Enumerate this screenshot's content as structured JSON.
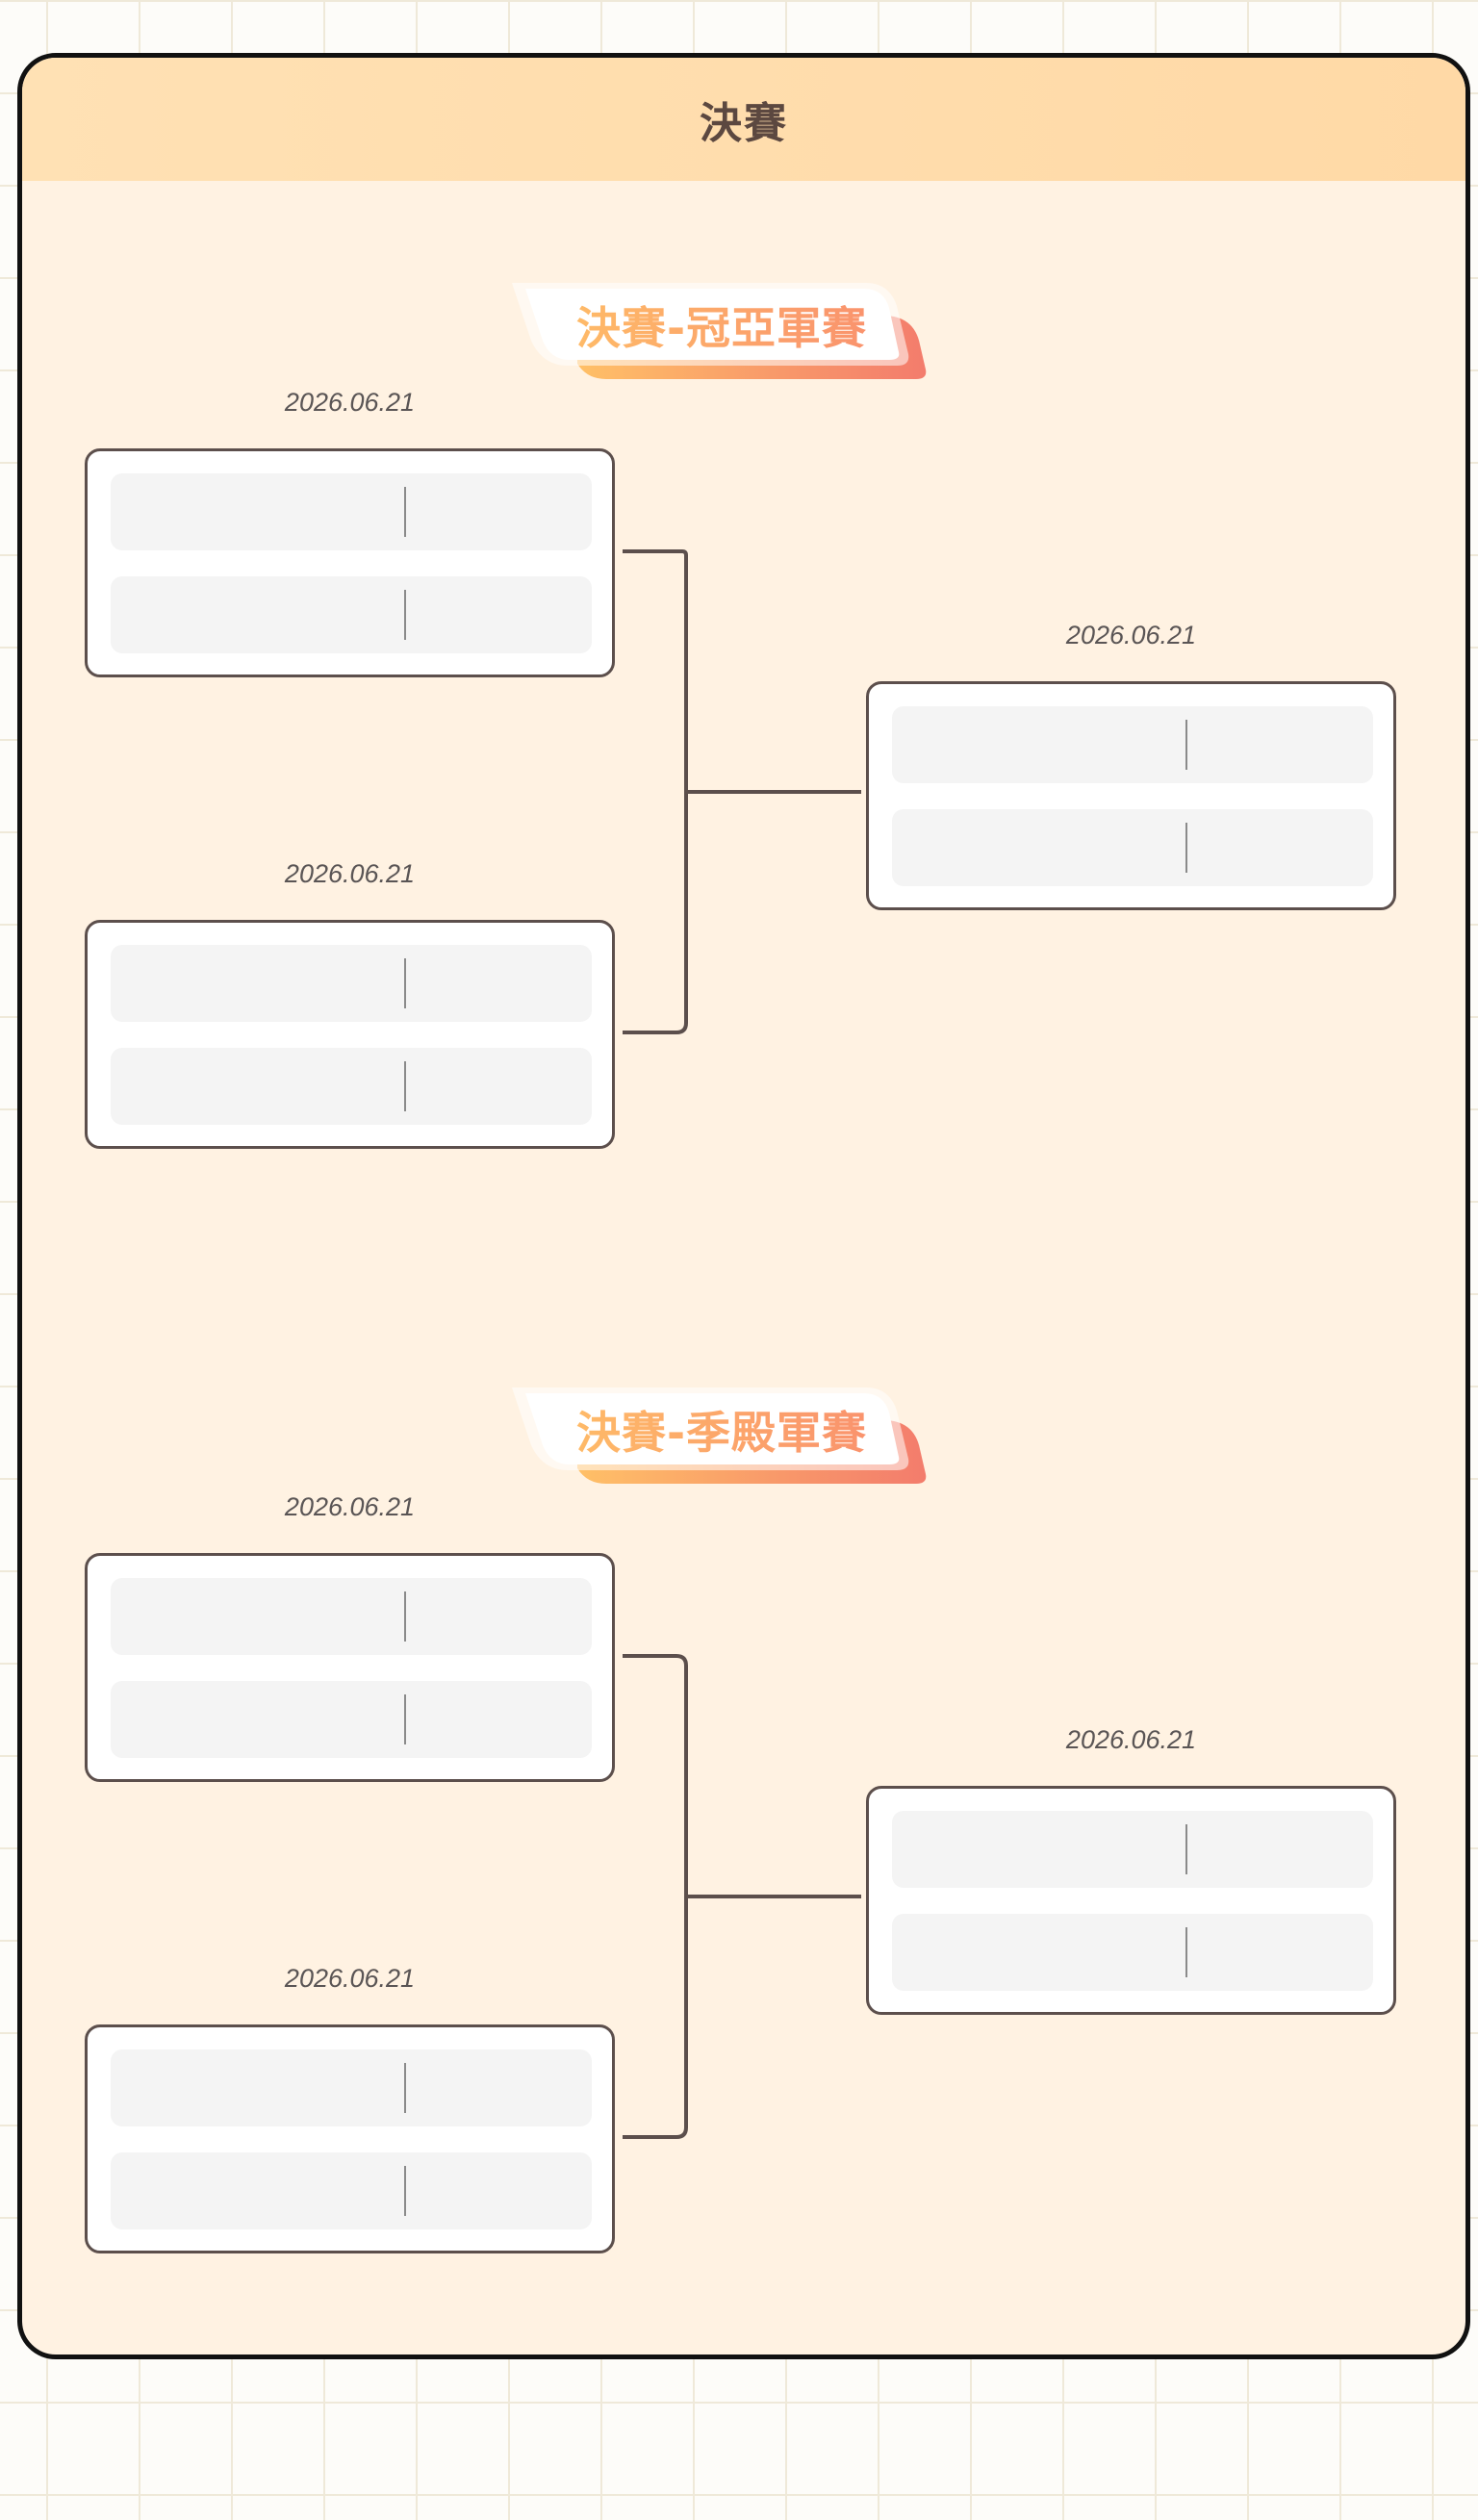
{
  "header": {
    "title": "決賽"
  },
  "colors": {
    "panel_background": "#fff2e2",
    "header_background": "#ffdcaa",
    "title_text": "#5c4840",
    "banner_gradient_start": "#ffc067",
    "banner_gradient_end": "#f98d6e",
    "card_border": "#5c4f4c",
    "slot_background": "#f4f4f4",
    "connector": "#5c4f4c"
  },
  "sections": [
    {
      "title": "決賽-冠亞軍賽",
      "matches": [
        {
          "date": "2026.06.21",
          "slots": [
            {
              "player": "",
              "score": ""
            },
            {
              "player": "",
              "score": ""
            }
          ]
        },
        {
          "date": "2026.06.21",
          "slots": [
            {
              "player": "",
              "score": ""
            },
            {
              "player": "",
              "score": ""
            }
          ]
        },
        {
          "date": "2026.06.21",
          "slots": [
            {
              "player": "",
              "score": ""
            },
            {
              "player": "",
              "score": ""
            }
          ]
        }
      ]
    },
    {
      "title": "決賽-季殿軍賽",
      "matches": [
        {
          "date": "2026.06.21",
          "slots": [
            {
              "player": "",
              "score": ""
            },
            {
              "player": "",
              "score": ""
            }
          ]
        },
        {
          "date": "2026.06.21",
          "slots": [
            {
              "player": "",
              "score": ""
            },
            {
              "player": "",
              "score": ""
            }
          ]
        },
        {
          "date": "2026.06.21",
          "slots": [
            {
              "player": "",
              "score": ""
            },
            {
              "player": "",
              "score": ""
            }
          ]
        }
      ]
    }
  ]
}
